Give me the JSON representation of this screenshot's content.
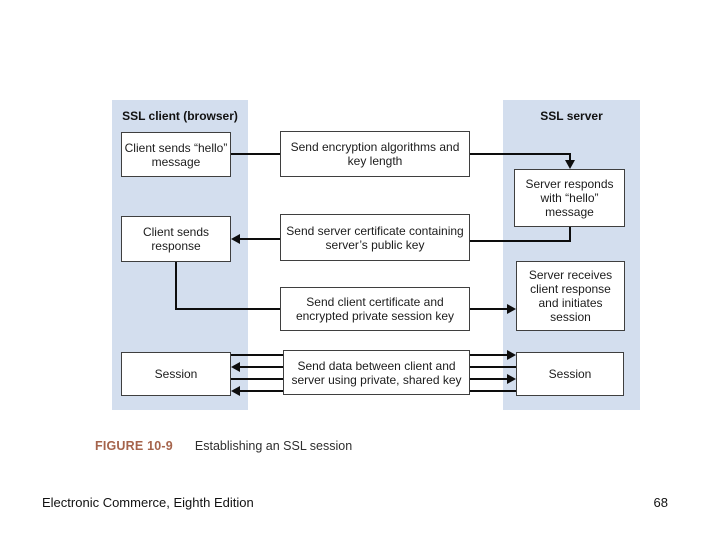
{
  "slide": {
    "footer": {
      "left": "Electronic Commerce, Eighth Edition",
      "page": "68"
    }
  },
  "caption": {
    "label": "FIGURE 10-9",
    "title": "Establishing an SSL session"
  },
  "diagram": {
    "client_column_title": "SSL client (browser)",
    "server_column_title": "SSL server",
    "boxes": {
      "client_hello": "Client sends “hello” message",
      "send_encryption": "Send encryption algorithms and key length",
      "server_responds": "Server responds with “hello” message",
      "client_response": "Client sends response",
      "send_server_cert": "Send server certificate containing server’s public key",
      "server_receives": "Server receives client response and initiates session",
      "send_client_cert": "Send client certificate and encrypted private session key",
      "session_client": "Session",
      "send_data": "Send data between client and server using private, shared key",
      "session_server": "Session"
    },
    "colors": {
      "column_fill": "#d3deee",
      "box_border": "#3f3f3f",
      "line": "#0d0d0d",
      "caption_label": "#a5644c"
    }
  }
}
